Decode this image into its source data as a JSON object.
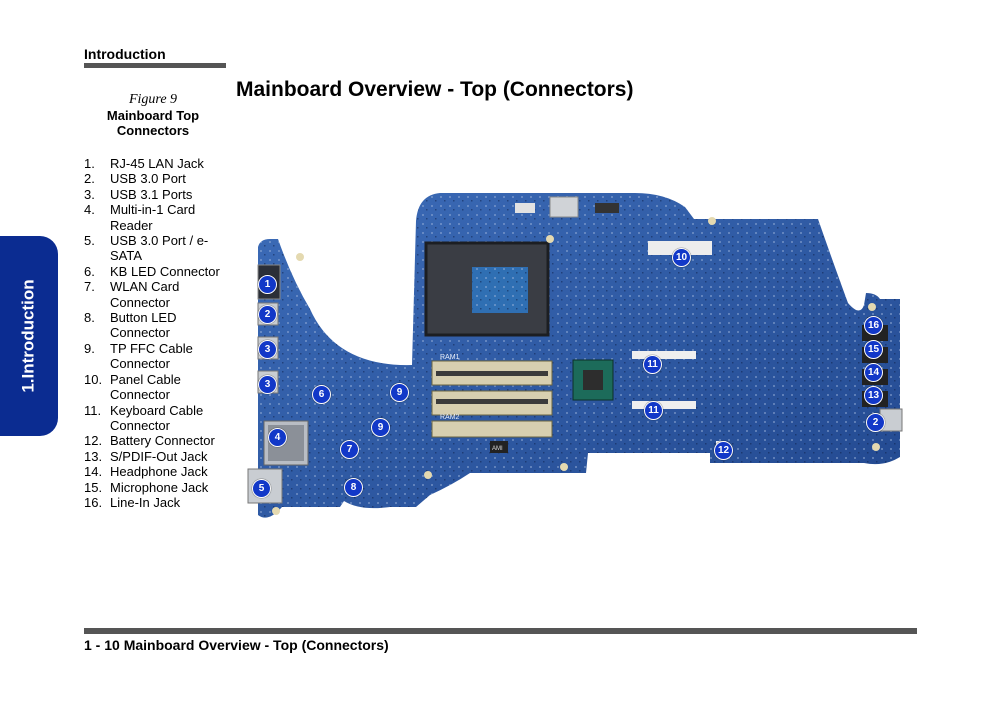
{
  "header": {
    "section_title": "Introduction"
  },
  "side_tab": {
    "label": "1.Introduction"
  },
  "figure": {
    "number": "Figure 9",
    "caption_line1": "Mainboard Top",
    "caption_line2": "Connectors"
  },
  "page_title": "Mainboard Overview - Top (Connectors)",
  "legend": [
    {
      "num": "1.",
      "text": "RJ-45 LAN Jack"
    },
    {
      "num": "2.",
      "text": "USB 3.0 Port"
    },
    {
      "num": "3.",
      "text": "USB 3.1 Ports"
    },
    {
      "num": "4.",
      "text": "Multi-in-1 Card Reader"
    },
    {
      "num": "5.",
      "text": "USB 3.0 Port / e-SATA"
    },
    {
      "num": "6.",
      "text": "KB LED Connector"
    },
    {
      "num": "7.",
      "text": "WLAN Card Connector"
    },
    {
      "num": "8.",
      "text": "Button LED Connector"
    },
    {
      "num": "9.",
      "text": "TP FFC Cable Connector"
    },
    {
      "num": "10.",
      "text": "Panel Cable Connector"
    },
    {
      "num": "11.",
      "text": "Keyboard Cable Connector"
    },
    {
      "num": "12.",
      "text": "Battery Connector"
    },
    {
      "num": "13.",
      "text": "S/PDIF-Out Jack"
    },
    {
      "num": "14.",
      "text": "Headphone Jack"
    },
    {
      "num": "15.",
      "text": "Microphone Jack"
    },
    {
      "num": "16.",
      "text": "Line-In Jack"
    }
  ],
  "markers": [
    "1",
    "2",
    "3",
    "3",
    "4",
    "5",
    "6",
    "7",
    "8",
    "9",
    "9",
    "10",
    "11",
    "11",
    "12",
    "13",
    "14",
    "15",
    "16",
    "2"
  ],
  "board_labels": {
    "ram1": "RAM1",
    "ram2": "RAM2",
    "ami": "AMI"
  },
  "colors": {
    "tab": "#0b2c91",
    "board": "#2c57a6",
    "marker": "#1238c8"
  },
  "footer": {
    "text": "1 - 10  Mainboard Overview - Top (Connectors)"
  }
}
